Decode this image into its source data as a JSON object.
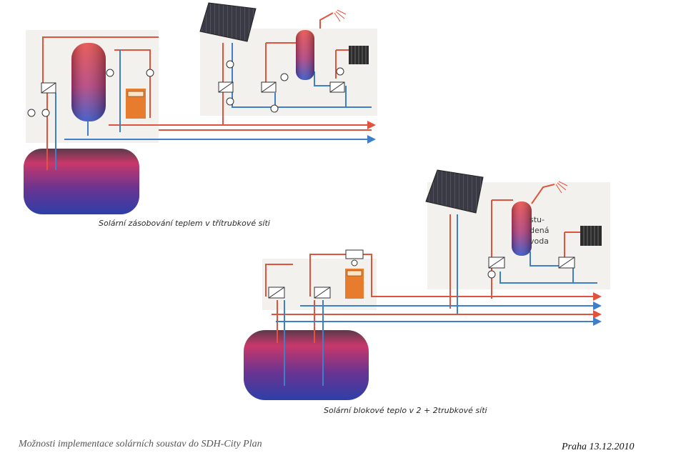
{
  "diagram_top": {
    "caption": "Solární zásobování teplem v třítrubkové síti"
  },
  "diagram_bottom": {
    "caption": "Solární blokové teplo v 2 + 2trubkové síti",
    "cold_water_label": [
      "stu-",
      "dená",
      "voda"
    ]
  },
  "footer": {
    "left": "Možnosti implementace solárních soustav do SDH-City Plan",
    "right": "Praha 13.12.2010"
  },
  "colors": {
    "hot_pipe": "#e0533c",
    "cold_pipe": "#3f7fc8",
    "panel": "#f3f1ee",
    "tank_red": "#e34a4a",
    "tank_blue": "#2f4fbf",
    "boiler": "#e77b2e"
  }
}
